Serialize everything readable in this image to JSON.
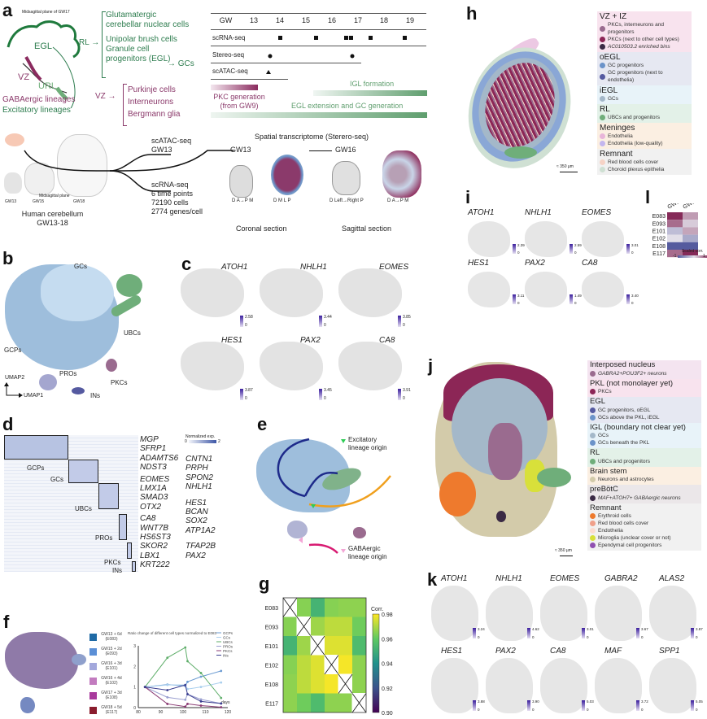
{
  "panels": {
    "a": {
      "label": "a",
      "diagram_title": "Midsagittal plane of GW17",
      "egl": "EGL",
      "vz": "VZ",
      "url": "URL",
      "gaba": "GABAergic lineages",
      "excit": "Excitatory lineages",
      "rl_arrow": "RL",
      "vz_arrow": "VZ",
      "rl_items": [
        "Glutamatergic",
        "cerebellar nuclear cells",
        "Unipolar brush cells",
        "Granule cell",
        "progenitors (EGL)"
      ],
      "gcs": "GCs",
      "vz_items": [
        "Purkinje cells",
        "Interneurons",
        "Bergmann glia"
      ],
      "timeline": {
        "header": [
          "GW",
          "13",
          "14",
          "15",
          "16",
          "17",
          "18",
          "19"
        ],
        "rows": [
          "scRNA-seq",
          "Stereo-seq",
          "scATAC-seq"
        ],
        "pkc": [
          "PKC generation",
          "(from GW9)"
        ],
        "igl": "IGL formation",
        "egl_ext": "EGL extension and GC generation"
      },
      "workflow": {
        "gw13": "GW13",
        "gw15": "GW15",
        "gw18": "GW18",
        "midsag": "Midsagittal plane",
        "human": [
          "Human cerebellum",
          "GW13-18"
        ],
        "atac": [
          "scATAC-seq",
          "GW13"
        ],
        "rna": [
          "scRNA-seq",
          "6 time points",
          "72190 cells",
          "2774 genes/cell"
        ],
        "spatial": "Spatial transcriptome (Sterero-seq)",
        "st_gw13": "GW13",
        "st_gw16": "GW16",
        "coronal": "Coronal section",
        "sagittal": "Sagittal section",
        "axes1": [
          "D",
          "A",
          "P",
          "M"
        ],
        "axes2": [
          "D",
          "M",
          "L",
          "P"
        ],
        "axes3": [
          "D",
          "Left",
          "Right",
          "P"
        ],
        "axes4": [
          "D",
          "A",
          "P",
          "M"
        ]
      }
    },
    "b": {
      "label": "b",
      "clusters": [
        "GCs",
        "UBCs",
        "GCPs",
        "PROs",
        "PKCs",
        "INs"
      ],
      "umap2": "UMAP2",
      "umap1": "UMAP1"
    },
    "c": {
      "label": "c",
      "genes": [
        {
          "name": "ATOH1",
          "max": "2.58",
          "min": "0"
        },
        {
          "name": "NHLH1",
          "max": "3.44",
          "min": "0"
        },
        {
          "name": "EOMES",
          "max": "3.85",
          "min": "0"
        },
        {
          "name": "HES1",
          "max": "3.87",
          "min": "0"
        },
        {
          "name": "PAX2",
          "max": "3.45",
          "min": "0"
        },
        {
          "name": "CA8",
          "max": "3.91",
          "min": "0"
        }
      ]
    },
    "d": {
      "label": "d",
      "clusters": [
        "GCPs",
        "GCs",
        "UBCs",
        "PROs",
        "PKCs",
        "INs"
      ],
      "genes_col1": [
        "MGP",
        "SFRP1",
        "ADAMTS6",
        "NDST3",
        "EOMES",
        "LMX1A",
        "SMAD3",
        "OTX2",
        "CA8",
        "WNT7B",
        "HS6ST3",
        "SKOR2",
        "LBX1",
        "KRT222"
      ],
      "genes_col2": [
        "CNTN1",
        "PRPH",
        "SPON2",
        "NHLH1",
        "HES1",
        "BCAN",
        "SOX2",
        "ATP1A2",
        "TFAP2B",
        "PAX2"
      ],
      "legend_title": "Normalized exp.",
      "legend_min": "0",
      "legend_max": "2"
    },
    "e": {
      "label": "e",
      "excit": [
        "Excitatory",
        "lineage origin"
      ],
      "gaba": [
        "GABAergic",
        "lineage origin"
      ]
    },
    "f": {
      "label": "f",
      "samples": [
        {
          "name": "GW13 + 6d",
          "id": "(E083)",
          "color": "#1f6aa5"
        },
        {
          "name": "GW15 + 2d",
          "id": "(E093)",
          "color": "#5b8fd6"
        },
        {
          "name": "GW16 + 3d",
          "id": "(E101)",
          "color": "#a3a8dc"
        },
        {
          "name": "GW16 + 4d",
          "id": "(E102)",
          "color": "#c27bbf"
        },
        {
          "name": "GW17 + 3d",
          "id": "(E108)",
          "color": "#a8399c"
        },
        {
          "name": "GW18 + 5d",
          "id": "(E117)",
          "color": "#8a1c2d"
        }
      ]
    },
    "g": {
      "label": "g"
    },
    "h": {
      "label": "h",
      "scale": "≈ 350 µm",
      "legend": [
        {
          "title": "VZ + IZ",
          "bg": "#f8e3ee",
          "items": [
            {
              "text": "PKCs, interneurons and progenitors",
              "color": "#9a6b8f"
            },
            {
              "text": "PKCs (next to other cell types)",
              "color": "#8c2656"
            },
            {
              "text": "AC010503.2 enriched bins",
              "color": "#3a2a44",
              "italic": true
            }
          ]
        },
        {
          "title": "oEGL",
          "bg": "#e6e8f2",
          "items": [
            {
              "text": "GC progenitors",
              "color": "#6b93c9"
            },
            {
              "text": "GC progenitors (next to endothelia)",
              "color": "#555aa0"
            }
          ]
        },
        {
          "title": "iEGL",
          "bg": "#e8f3f9",
          "items": [
            {
              "text": "GCs",
              "color": "#a4b8c9"
            }
          ]
        },
        {
          "title": "RL",
          "bg": "#e3f1e8",
          "items": [
            {
              "text": "UBCs and progenitors",
              "color": "#6fae7a"
            }
          ]
        },
        {
          "title": "Meninges",
          "bg": "#fbefe2",
          "items": [
            {
              "text": "Endothelia",
              "color": "#e8b5d9"
            },
            {
              "text": "Endothelia (low-quality)",
              "color": "#c3b6ee"
            }
          ]
        },
        {
          "title": "Remnant",
          "bg": "#f1f1f1",
          "items": [
            {
              "text": "Red blood cells cover",
              "color": "#f6d3c6"
            },
            {
              "text": "Choroid plexus epithelia",
              "color": "#cfe0d3"
            }
          ]
        }
      ]
    },
    "i": {
      "label": "i",
      "genes": [
        {
          "name": "ATOH1",
          "max": "2.39",
          "min": "0"
        },
        {
          "name": "NHLH1",
          "max": "2.59",
          "min": "0"
        },
        {
          "name": "EOMES",
          "max": "3.01",
          "min": "0"
        },
        {
          "name": "HES1",
          "max": "3.11",
          "min": "0"
        },
        {
          "name": "PAX2",
          "max": "1.49",
          "min": "0"
        },
        {
          "name": "CA8",
          "max": "3.40",
          "min": "0"
        }
      ]
    },
    "j": {
      "label": "j",
      "scale": "≈ 350 µm",
      "legend": [
        {
          "title": "Interposed nucleus",
          "bg": "#f4e4f0",
          "items": [
            {
              "text": "GABRA2+POU3F2+ neurons",
              "color": "#9a6b8f",
              "italic": true
            }
          ]
        },
        {
          "title": "PKL (not monolayer yet)",
          "bg": "#f8e3ee",
          "items": [
            {
              "text": "PKCs",
              "color": "#8c2656"
            }
          ]
        },
        {
          "title": "EGL",
          "bg": "#e6e8f2",
          "items": [
            {
              "text": "GC progenitors, oEGL",
              "color": "#555aa0"
            },
            {
              "text": "GCs above the PKL, iEGL",
              "color": "#6b93c9"
            }
          ]
        },
        {
          "title": "IGL (boundary not clear yet)",
          "bg": "#e8f3f9",
          "items": [
            {
              "text": "GCs",
              "color": "#a4b8c9"
            },
            {
              "text": "GCs beneath the PKL",
              "color": "#6b93c9"
            }
          ]
        },
        {
          "title": "RL",
          "bg": "#e3f1e8",
          "items": [
            {
              "text": "UBCs and progenitors",
              "color": "#6fae7a"
            }
          ]
        },
        {
          "title": "Brain stem",
          "bg": "#fbefe2",
          "items": [
            {
              "text": "Neurons and astrocytes",
              "color": "#d3cbaa"
            }
          ]
        },
        {
          "title": "preBötC",
          "bg": "#ebe7e9",
          "items": [
            {
              "text": "MAF+ATOH7+ GABAergic neurons",
              "color": "#3a2a44",
              "italic": true
            }
          ]
        },
        {
          "title": "Remnant",
          "bg": "#f1f1f1",
          "items": [
            {
              "text": "Erythroid cells",
              "color": "#ee7a2d"
            },
            {
              "text": "Red blood cells cover",
              "color": "#f0a08a"
            },
            {
              "text": "Endothelia",
              "color": "#fbdcd0"
            },
            {
              "text": "Microglia (unclear cover or not)",
              "color": "#d8e03a"
            },
            {
              "text": "Ependymal cell progenitors",
              "color": "#8f4fb0"
            }
          ]
        }
      ]
    },
    "k": {
      "label": "k",
      "genes": [
        {
          "name": "ATOH1",
          "max": "3.24",
          "min": "0"
        },
        {
          "name": "NHLH1",
          "max": "4.62",
          "min": "0"
        },
        {
          "name": "EOMES",
          "max": "3.01",
          "min": "0"
        },
        {
          "name": "GABRA2",
          "max": "3.67",
          "min": "0"
        },
        {
          "name": "ALAS2",
          "max": "3.87",
          "min": "0"
        },
        {
          "name": "HES1",
          "max": "3.88",
          "min": "0"
        },
        {
          "name": "PAX2",
          "max": "3.90",
          "min": "0"
        },
        {
          "name": "CA8",
          "max": "5.03",
          "min": "0"
        },
        {
          "name": "MAF",
          "max": "3.72",
          "min": "0"
        },
        {
          "name": "SPP1",
          "max": "5.05",
          "min": "0"
        }
      ]
    },
    "l": {
      "label": "l"
    }
  },
  "chart_data": [
    {
      "type": "line",
      "panel": "f",
      "title": "Ratio change of different cell types normalized to E083",
      "xlabel": "days",
      "ylabel": "",
      "xlim": [
        80,
        120
      ],
      "ylim": [
        0,
        3
      ],
      "xticks": [
        "80",
        "90",
        "100",
        "110",
        "120"
      ],
      "yticks": [
        "0",
        "1",
        "2",
        "3"
      ],
      "x": [
        83,
        93,
        101,
        102,
        108,
        117
      ],
      "series": [
        {
          "name": "GCPs",
          "color": "#6b9bd2",
          "values": [
            1,
            1.12,
            1.05,
            1.25,
            1.5,
            1.78
          ]
        },
        {
          "name": "GCs",
          "color": "#a9cfee",
          "values": [
            1,
            1.1,
            1.1,
            0.9,
            1.0,
            1.22
          ]
        },
        {
          "name": "UBCs",
          "color": "#5fae6a",
          "values": [
            1,
            2.42,
            2.92,
            2.25,
            1.68,
            0.47
          ]
        },
        {
          "name": "PROs",
          "color": "#9a9fd0",
          "values": [
            1,
            0.5,
            0.38,
            0.65,
            0.4,
            0.2
          ]
        },
        {
          "name": "PKCs",
          "color": "#8a3b74",
          "values": [
            1,
            0.18,
            0.05,
            0.18,
            0.1,
            0.02
          ]
        },
        {
          "name": "INs",
          "color": "#3a3d8f",
          "values": [
            1,
            0.85,
            1.1,
            0.65,
            0.3,
            0.2
          ]
        }
      ]
    },
    {
      "type": "heatmap",
      "panel": "g",
      "title": "",
      "legend_title": "Corr.",
      "rows": [
        "E083",
        "E093",
        "E101",
        "E102",
        "E108",
        "E117"
      ],
      "cols": [
        "E083",
        "E093",
        "E101",
        "E102",
        "E108",
        "E117"
      ],
      "values": [
        [
          null,
          0.965,
          0.952,
          0.965,
          0.966,
          0.966
        ],
        [
          0.965,
          null,
          0.968,
          0.972,
          0.972,
          0.962
        ],
        [
          0.952,
          0.968,
          null,
          0.976,
          0.976,
          0.955
        ],
        [
          0.965,
          0.972,
          0.976,
          null,
          0.979,
          0.966
        ],
        [
          0.966,
          0.972,
          0.976,
          0.979,
          null,
          0.966
        ],
        [
          0.966,
          0.962,
          0.955,
          0.966,
          0.966,
          null
        ]
      ],
      "colorbar_ticks": [
        "0.98",
        "0.96",
        "0.94",
        "0.92",
        "0.90"
      ],
      "clim": [
        0.9,
        0.98
      ]
    },
    {
      "type": "heatmap",
      "panel": "l",
      "legend_title": "Scaled corr.",
      "rows": [
        "E083",
        "E093",
        "E101",
        "E102",
        "E108",
        "E117"
      ],
      "cols": [
        "GW13",
        "GW16"
      ],
      "values": [
        [
          0.95,
          0.35
        ],
        [
          0.6,
          0.1
        ],
        [
          -0.25,
          0.3
        ],
        [
          0.0,
          -0.4
        ],
        [
          -1.0,
          -1.0
        ],
        [
          0.6,
          0.95
        ]
      ],
      "colorbar_ticks": [
        "-1",
        "1"
      ],
      "clim": [
        -1,
        1
      ]
    }
  ]
}
